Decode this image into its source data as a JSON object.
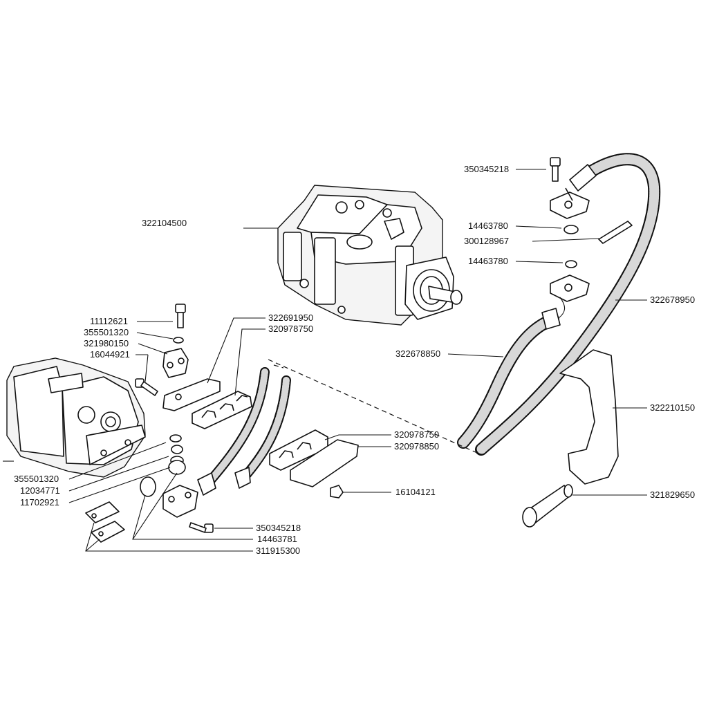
{
  "labels": {
    "pump_main": "322104500",
    "bolt_top": "11112621",
    "washer_top": "355501320",
    "bracket_small": "321980150",
    "bolt_side": "16044921",
    "bracket_long": "322691950",
    "clamp_upper": "320978750",
    "screw_flange_top": "350345218",
    "oring_top": "14463780",
    "pin": "300128967",
    "oring_mid": "14463780",
    "hose_long": "322678950",
    "hose_short": "322678850",
    "guard": "322210150",
    "clamp_lower": "320978750",
    "clamp_plate": "320978850",
    "nut": "16104121",
    "grip": "321829650",
    "washer_bottom": "355501320",
    "nut_bottom": "12034771",
    "washer_bottom2": "11702921",
    "screw_flange_bottom": "350345218",
    "oring_bottom": "14463781",
    "flange_halves": "311915300"
  }
}
